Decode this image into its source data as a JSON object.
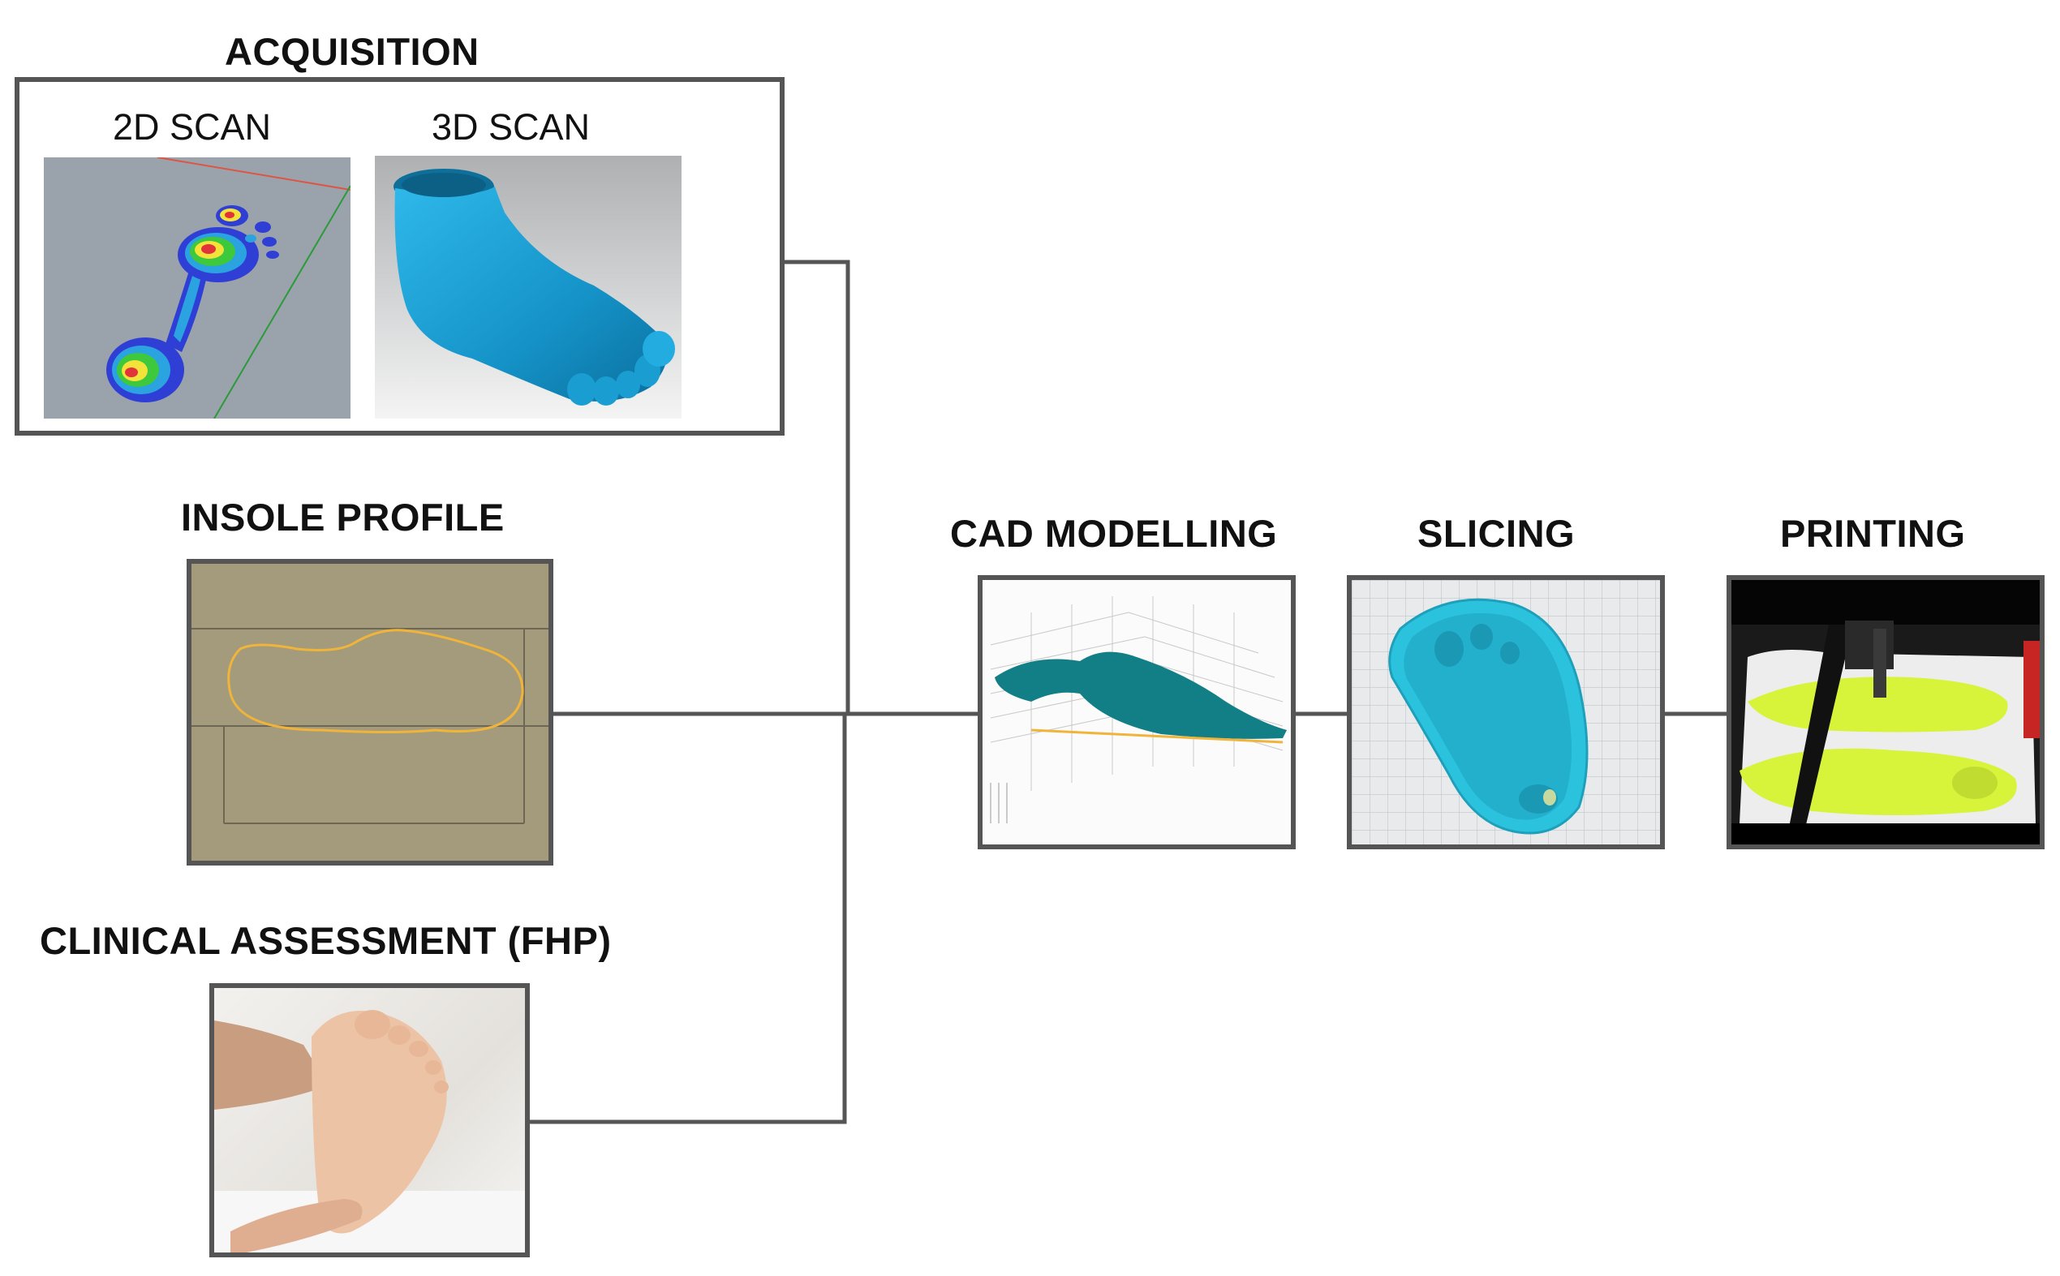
{
  "acquisition": {
    "title": "ACQUISITION",
    "scan2d_label": "2D SCAN",
    "scan3d_label": "3D SCAN"
  },
  "insole_profile": {
    "title": "INSOLE PROFILE"
  },
  "clinical_assessment": {
    "title": "CLINICAL ASSESSMENT (FHP)"
  },
  "cad_modelling": {
    "title": "CAD MODELLING"
  },
  "slicing": {
    "title": "SLICING"
  },
  "printing": {
    "title": "PRINTING"
  },
  "colors": {
    "border": "#555555",
    "connector": "#555555",
    "scan_gray": "#9aa3ab",
    "foot_blue": "#1aa7d8",
    "insole_tan": "#a49b7c",
    "insole_outline": "#f0b43a",
    "cad_teal": "#127f86",
    "slicer_cyan": "#2bc2dd",
    "print_green": "#d7f33a"
  }
}
